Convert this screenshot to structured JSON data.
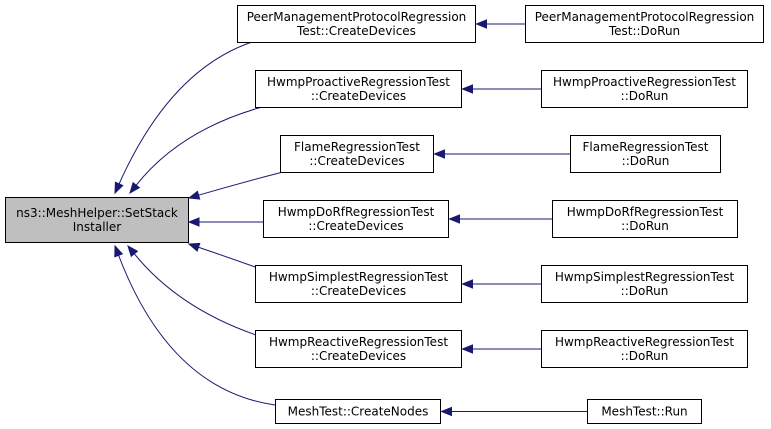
{
  "diagram": {
    "type": "call-graph",
    "root": {
      "id": "setstack",
      "lines": [
        "ns3::MeshHelper::SetStack",
        "Installer"
      ],
      "highlighted": true,
      "fill": "#bfbfbf"
    },
    "callers": [
      {
        "id": "pmp_create",
        "lines": [
          "PeerManagementProtocolRegression",
          "Test::CreateDevices"
        ]
      },
      {
        "id": "hwmp_pro_create",
        "lines": [
          "HwmpProactiveRegressionTest",
          "::CreateDevices"
        ]
      },
      {
        "id": "flame_create",
        "lines": [
          "FlameRegressionTest",
          "::CreateDevices"
        ]
      },
      {
        "id": "hwmp_dorf_create",
        "lines": [
          "HwmpDoRfRegressionTest",
          "::CreateDevices"
        ]
      },
      {
        "id": "hwmp_simp_create",
        "lines": [
          "HwmpSimplestRegressionTest",
          "::CreateDevices"
        ]
      },
      {
        "id": "hwmp_react_create",
        "lines": [
          "HwmpReactiveRegressionTest",
          "::CreateDevices"
        ]
      },
      {
        "id": "meshtest_createnodes",
        "lines": [
          "MeshTest::CreateNodes"
        ]
      }
    ],
    "outer": [
      {
        "id": "pmp_dorun",
        "lines": [
          "PeerManagementProtocolRegression",
          "Test::DoRun"
        ]
      },
      {
        "id": "hwmp_pro_dorun",
        "lines": [
          "HwmpProactiveRegressionTest",
          "::DoRun"
        ]
      },
      {
        "id": "flame_dorun",
        "lines": [
          "FlameRegressionTest",
          "::DoRun"
        ]
      },
      {
        "id": "hwmp_dorf_dorun",
        "lines": [
          "HwmpDoRfRegressionTest",
          "::DoRun"
        ]
      },
      {
        "id": "hwmp_simp_dorun",
        "lines": [
          "HwmpSimplestRegressionTest",
          "::DoRun"
        ]
      },
      {
        "id": "hwmp_react_dorun",
        "lines": [
          "HwmpReactiveRegressionTest",
          "::DoRun"
        ]
      },
      {
        "id": "meshtest_run",
        "lines": [
          "MeshTest::Run"
        ]
      }
    ],
    "edges": [
      {
        "from": "pmp_dorun",
        "to": "pmp_create"
      },
      {
        "from": "hwmp_pro_dorun",
        "to": "hwmp_pro_create"
      },
      {
        "from": "flame_dorun",
        "to": "flame_create"
      },
      {
        "from": "hwmp_dorf_dorun",
        "to": "hwmp_dorf_create"
      },
      {
        "from": "hwmp_simp_dorun",
        "to": "hwmp_simp_create"
      },
      {
        "from": "hwmp_react_dorun",
        "to": "hwmp_react_create"
      },
      {
        "from": "meshtest_run",
        "to": "meshtest_createnodes"
      },
      {
        "from": "pmp_create",
        "to": "setstack"
      },
      {
        "from": "hwmp_pro_create",
        "to": "setstack"
      },
      {
        "from": "flame_create",
        "to": "setstack"
      },
      {
        "from": "hwmp_dorf_create",
        "to": "setstack"
      },
      {
        "from": "hwmp_simp_create",
        "to": "setstack"
      },
      {
        "from": "hwmp_react_create",
        "to": "setstack"
      },
      {
        "from": "meshtest_createnodes",
        "to": "setstack"
      }
    ],
    "colors": {
      "edge": "#191970",
      "node_fill": "#ffffff",
      "node_stroke": "#000000",
      "root_fill": "#bfbfbf"
    }
  }
}
